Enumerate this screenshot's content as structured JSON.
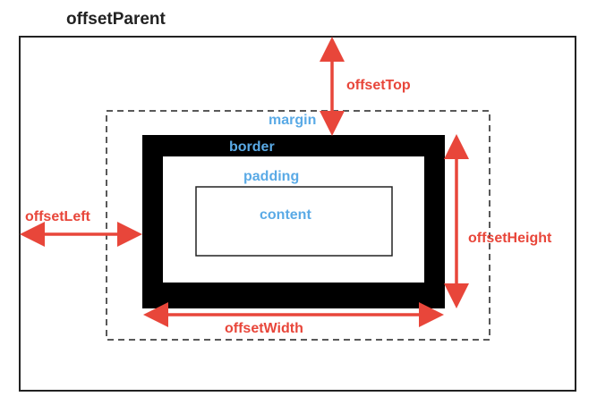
{
  "title": "offsetParent",
  "box_labels": {
    "margin": "margin",
    "border": "border",
    "padding": "padding",
    "content": "content"
  },
  "measures": {
    "top": "offsetTop",
    "left": "offsetLeft",
    "width": "offsetWidth",
    "height": "offsetHeight"
  },
  "colors": {
    "title": "#222222",
    "box_label": "#5aaae6",
    "measure": "#e8463a",
    "border_fill": "#000000",
    "outline": "#222222"
  }
}
